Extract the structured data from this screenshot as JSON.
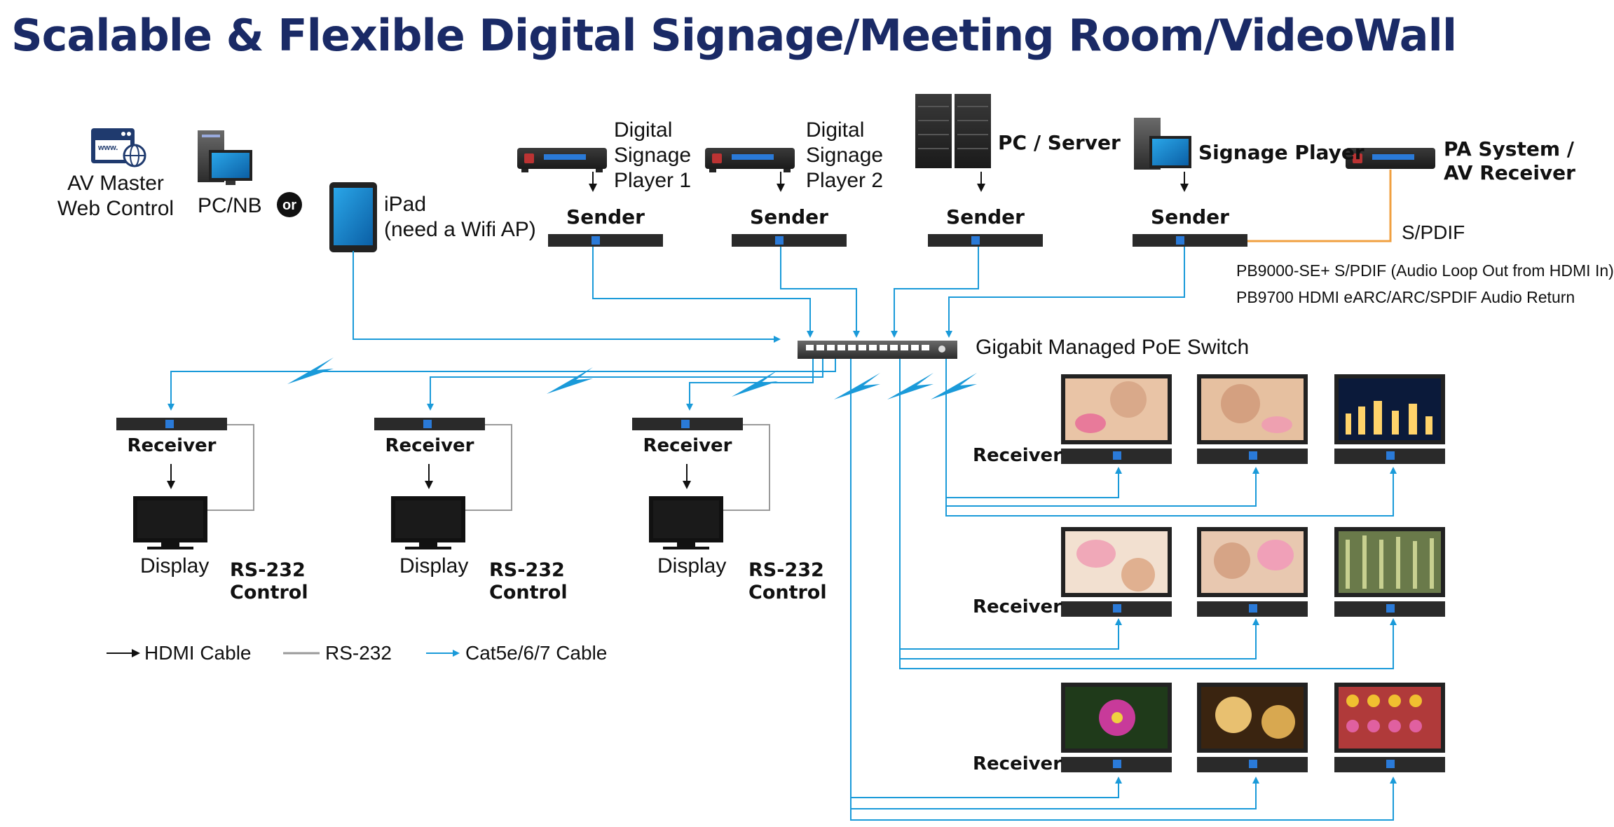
{
  "title": "Scalable & Flexible Digital Signage/Meeting Room/VideoWall",
  "colors": {
    "title": "#1a2a66",
    "cat5": "#1a9ad9",
    "hdmi": "#111111",
    "rs232": "#9a9a9a",
    "spdif": "#f0a040"
  },
  "control": {
    "av_master_line1": "AV Master",
    "av_master_line2": "Web Control",
    "pc_nb": "PC/NB",
    "or": "or",
    "ipad_line1": "iPad",
    "ipad_line2": "(need a Wifi AP)"
  },
  "sources": {
    "player1_line1": "Digital",
    "player1_line2": "Signage",
    "player1_line3": "Player 1",
    "player2_line1": "Digital",
    "player2_line2": "Signage",
    "player2_line3": "Player 2",
    "pc_server": "PC / Server",
    "signage_player": "Signage Player",
    "pa_line1": "PA System /",
    "pa_line2": "AV Receiver"
  },
  "sender_label": "Sender",
  "spdif": "S/PDIF",
  "notes": {
    "line1": "PB9000-SE+ S/PDIF (Audio Loop Out from HDMI In)",
    "line2": "PB9700 HDMI eARC/ARC/SPDIF Audio Return"
  },
  "switch_label": "Gigabit Managed PoE Switch",
  "receiver_label": "Receiver",
  "display_label": "Display",
  "rs232_line1": "RS-232",
  "rs232_line2": "Control",
  "legend": {
    "hdmi": "HDMI Cable",
    "rs232": "RS-232",
    "cat5": "Cat5e/6/7 Cable"
  },
  "icons": [
    "web-browser-icon",
    "pc-monitor-icon",
    "tablet-icon",
    "media-player-icon",
    "server-tower-icon",
    "network-switch-icon",
    "wireless-bolt-icon",
    "monitor-icon",
    "photo-screen-icon"
  ]
}
